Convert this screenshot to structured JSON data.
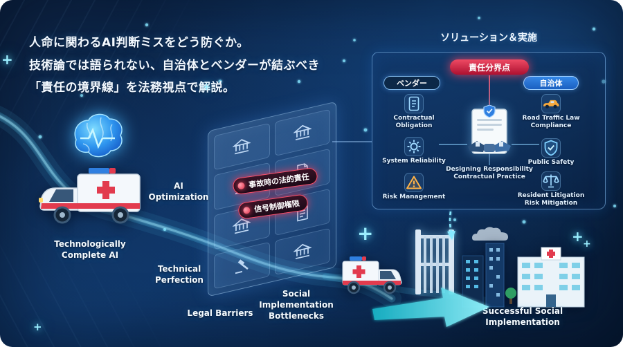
{
  "headline": {
    "line1": "人命に関わるAI判断ミスをどう防ぐか。",
    "line2": "技術論では語られない、自治体とベンダーが結ぶべき",
    "line3": "「責任の境界線」を法務視点で解説。"
  },
  "solution_panel": {
    "title": "ソリューション＆実施",
    "badge": "責任分界点",
    "vendor": {
      "header": "ベンダー",
      "items": [
        {
          "label": "Contractual Obligation",
          "icon": "contract-document-icon"
        },
        {
          "label": "System Reliability",
          "icon": "gear-icon"
        },
        {
          "label": "Risk Management",
          "icon": "warning-triangle-icon"
        }
      ]
    },
    "municipality": {
      "header": "自治体",
      "items": [
        {
          "label": "Road Traffic Law Compliance",
          "icon": "car-icon"
        },
        {
          "label": "Public Safety",
          "icon": "shield-icon"
        },
        {
          "label": "Resident Litigation Risk Mitigation",
          "icon": "scales-icon"
        }
      ]
    },
    "center": {
      "label": "Designing Responsibility Contractual Practice",
      "icon": "handshake-contract-icon"
    }
  },
  "barrier": {
    "pill1": "事故時の法的責任",
    "pill2": "信号制御権限",
    "tile_icons": [
      "bank-icon",
      "bank-icon",
      "gavel-icon",
      "document-icon",
      "bank-icon",
      "document-icon",
      "gavel-icon",
      "bank-icon"
    ]
  },
  "labels": {
    "tech_complete_ai": "Technologically Complete AI",
    "ai_optimization": "AI Optimization",
    "technical_perfection": "Technical Perfection",
    "legal_barriers": "Legal Barriers",
    "social_bottlenecks": "Social Implementation Bottlenecks",
    "success": "Successful Social Implementation"
  },
  "decor": {
    "plus": "+"
  },
  "colors": {
    "background": "#0a2142",
    "accent_cyan": "#4fd6ff",
    "alert_red": "#e23b55",
    "municipality_blue": "#2a79d8",
    "panel_border": "#8fc8ff",
    "text_white": "#f4fbff"
  }
}
